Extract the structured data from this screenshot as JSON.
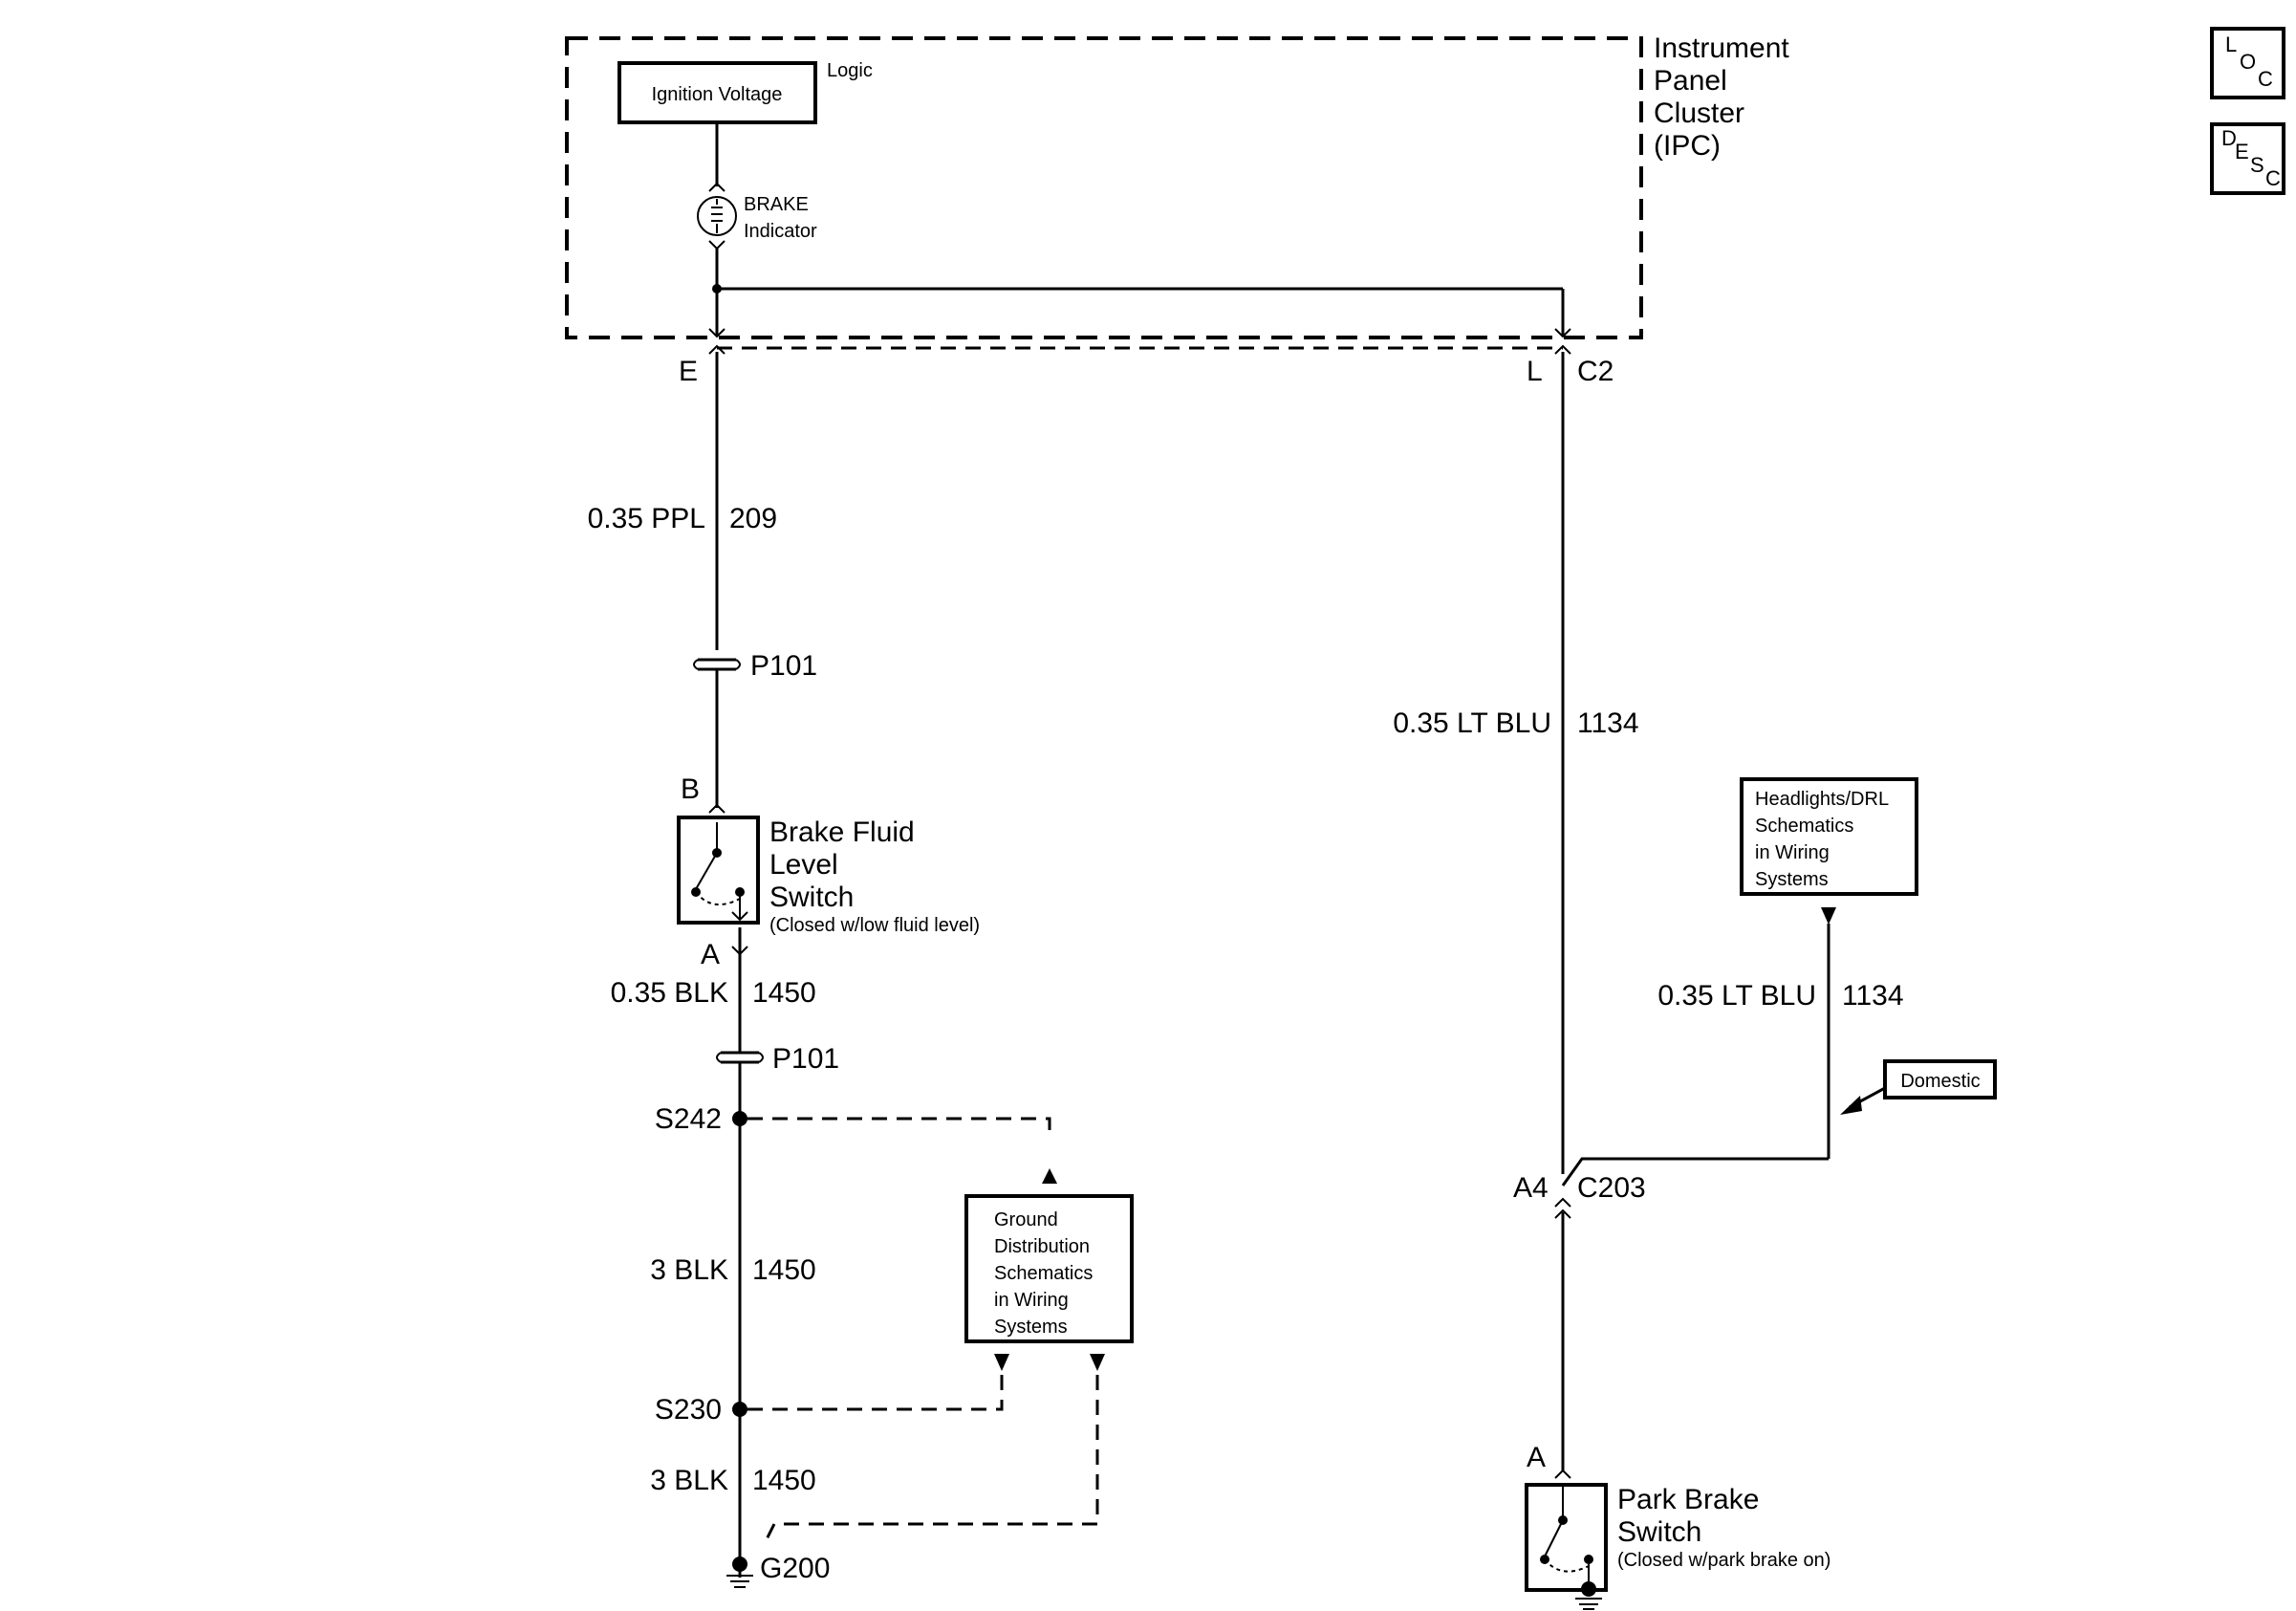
{
  "ipc": {
    "line1": "Instrument",
    "line2": "Panel",
    "line3": "Cluster",
    "line4": "(IPC)"
  },
  "ignition": {
    "label": "Ignition Voltage",
    "logic": "Logic"
  },
  "brake_ind": {
    "line1": "BRAKE",
    "line2": "Indicator"
  },
  "pins": {
    "e": "E",
    "l": "L",
    "c2": "C2",
    "b": "B",
    "a1": "A",
    "a4": "A4",
    "c203": "C203",
    "a2": "A"
  },
  "wire209": {
    "gauge": "0.35 PPL",
    "circuit": "209"
  },
  "wire1134a": {
    "gauge": "0.35 LT BLU",
    "circuit": "1134"
  },
  "wire1134b": {
    "gauge": "0.35 LT BLU",
    "circuit": "1134"
  },
  "wire1450a": {
    "gauge": "0.35 BLK",
    "circuit": "1450"
  },
  "wire1450b": {
    "gauge": "3 BLK",
    "circuit": "1450"
  },
  "wire1450c": {
    "gauge": "3 BLK",
    "circuit": "1450"
  },
  "p101a": "P101",
  "p101b": "P101",
  "splice": {
    "s242": "S242",
    "s230": "S230"
  },
  "ground": "G200",
  "bfls": {
    "line1": "Brake Fluid",
    "line2": "Level",
    "line3": "Switch",
    "note": "(Closed w/low fluid level)"
  },
  "pbs": {
    "line1": "Park Brake",
    "line2": "Switch",
    "note": "(Closed w/park brake on)"
  },
  "headlights": {
    "line1": "Headlights/DRL",
    "line2": "Schematics",
    "line3": "in Wiring",
    "line4": "Systems"
  },
  "grounddist": {
    "line1": "Ground",
    "line2": "Distribution",
    "line3": "Schematics",
    "line4": "in Wiring",
    "line5": "Systems"
  },
  "domestic": "Domestic",
  "loc": {
    "a": "L",
    "b": "O",
    "c": "C"
  },
  "desc": {
    "a": "D",
    "b": "E",
    "c": "S",
    "d": "C"
  }
}
